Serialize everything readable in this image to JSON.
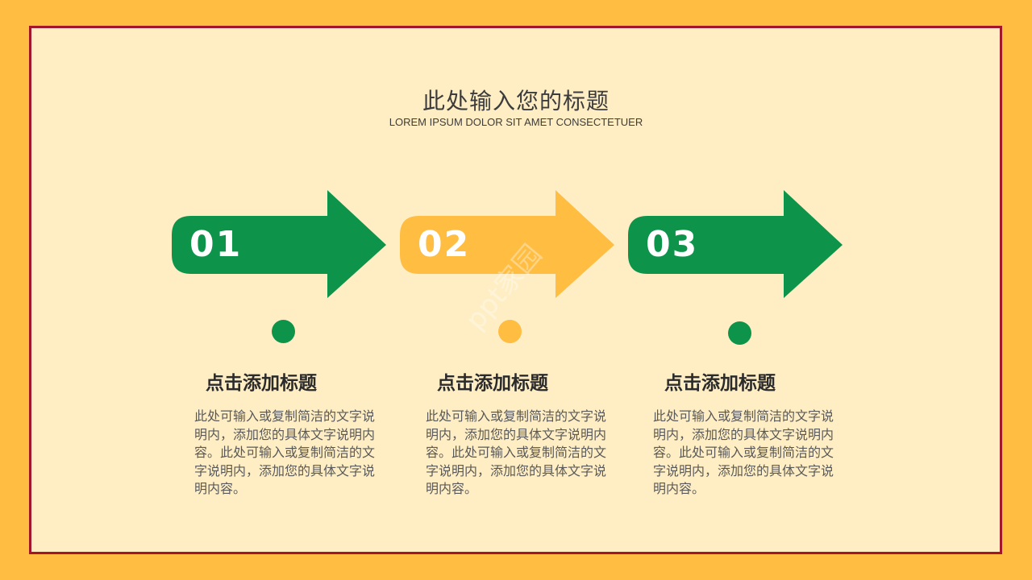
{
  "header": {
    "title": "此处输入您的标题",
    "subtitle": "LOREM IPSUM DOLOR SIT AMET CONSECTETUER"
  },
  "colors": {
    "background": "#FFBD42",
    "panel": "#FFEEC4",
    "border": "#A3162A",
    "green": "#0E934B",
    "yellow": "#FFBD42"
  },
  "steps": [
    {
      "number": "01",
      "color": "#0E934B",
      "title": "点击添加标题",
      "description": "此处可输入或复制简洁的文字说明内，添加您的具体文字说明内容。此处可输入或复制简洁的文字说明内，添加您的具体文字说明内容。"
    },
    {
      "number": "02",
      "color": "#FFBD42",
      "title": "点击添加标题",
      "description": "此处可输入或复制简洁的文字说明内，添加您的具体文字说明内容。此处可输入或复制简洁的文字说明内，添加您的具体文字说明内容。"
    },
    {
      "number": "03",
      "color": "#0E934B",
      "title": "点击添加标题",
      "description": "此处可输入或复制简洁的文字说明内，添加您的具体文字说明内容。此处可输入或复制简洁的文字说明内，添加您的具体文字说明内容。"
    }
  ],
  "watermark": "ppt家园"
}
